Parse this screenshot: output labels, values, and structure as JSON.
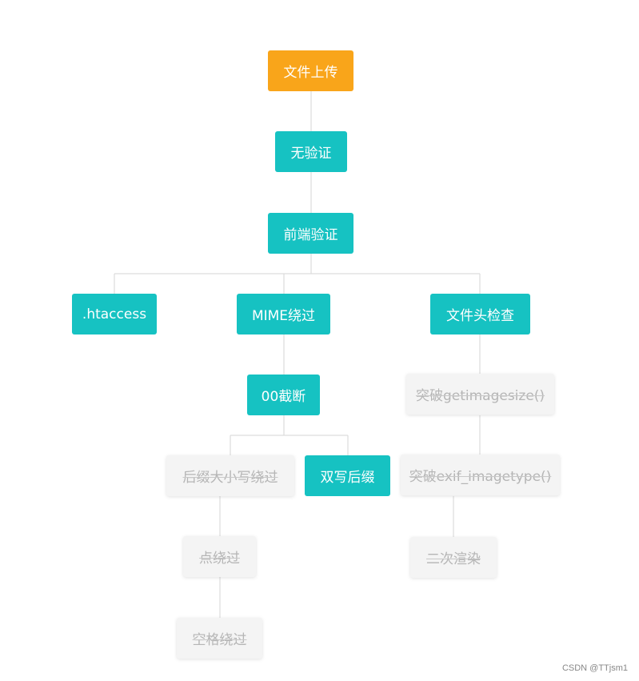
{
  "colors": {
    "root": "#f9a51a",
    "active": "#16c2c2",
    "inactive_bg": "#f4f4f4",
    "inactive_text": "#b5b5b5",
    "edge": "#d6d6d6"
  },
  "nodes": {
    "file_upload": "文件上传",
    "no_validation": "无验证",
    "frontend_validation": "前端验证",
    "htaccess": ".htaccess",
    "mime_bypass": "MIME绕过",
    "file_header_check": "文件头检查",
    "null_truncation": "00截断",
    "getimagesize_bypass": "突破getimagesize()",
    "case_bypass": "后缀大小写绕过",
    "double_suffix": "双写后缀",
    "exif_bypass": "突破exif_imagetype()",
    "dot_bypass": "点绕过",
    "rerender": "二次渲染",
    "space_bypass": "空格绕过"
  },
  "watermark": "CSDN @TTjsm1"
}
